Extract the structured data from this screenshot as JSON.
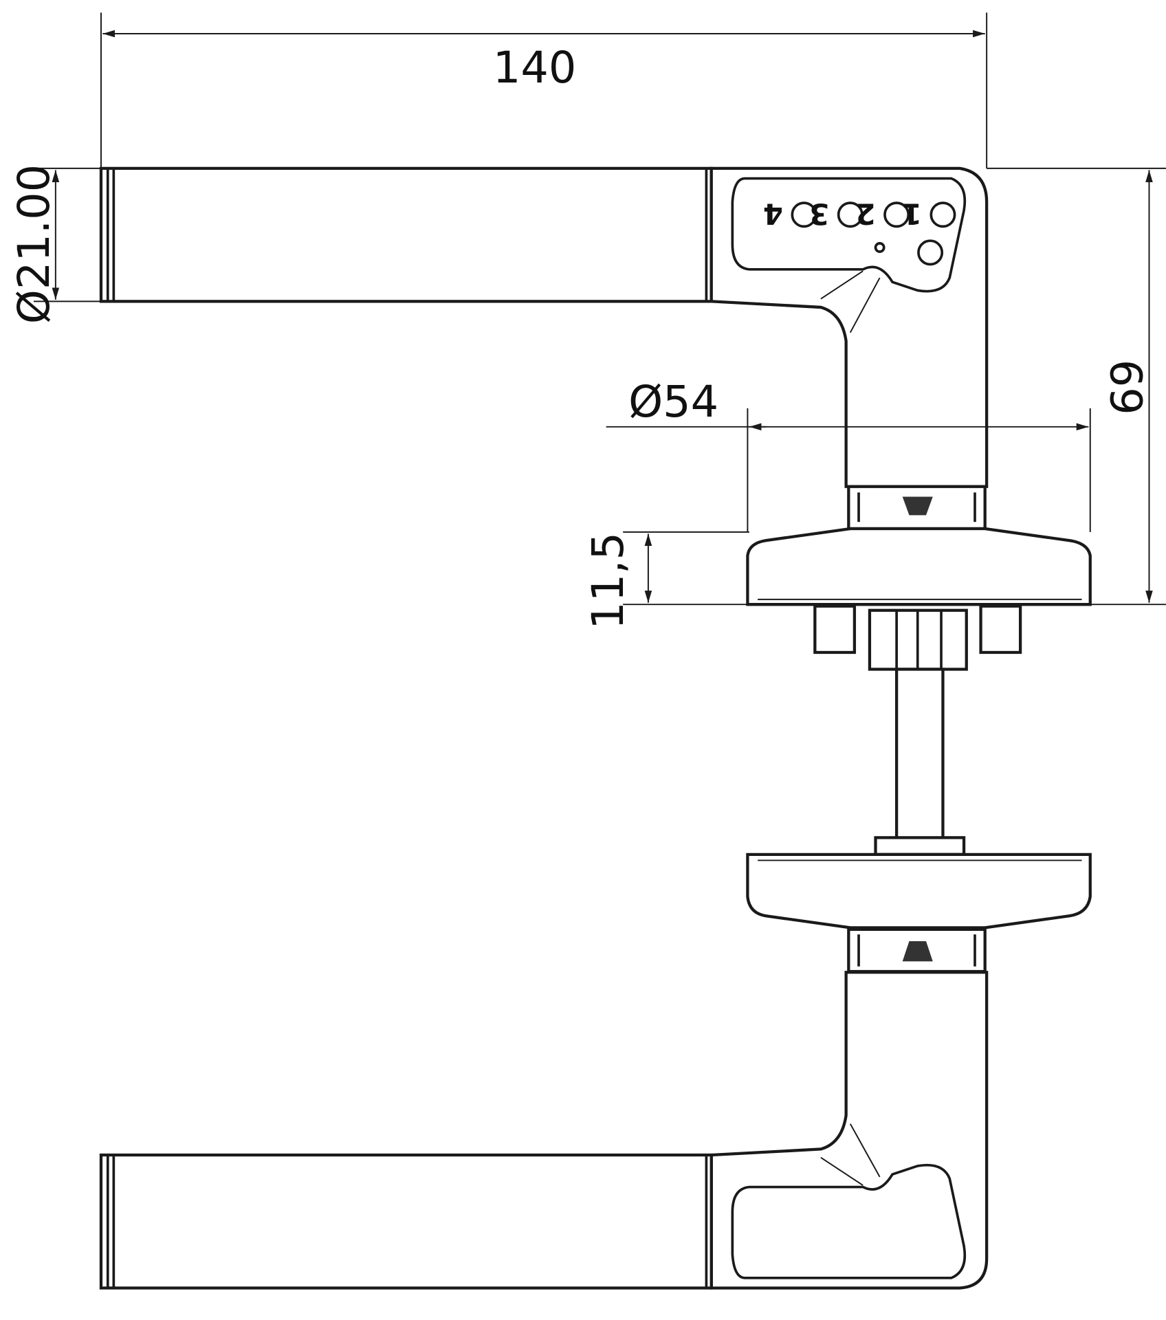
{
  "drawing": {
    "dimensions": {
      "overall_length": "140",
      "lever_diameter": "Ø21.00",
      "rose_diameter": "Ø54",
      "rose_height": "11,5",
      "total_height": "69"
    },
    "code_buttons": [
      "1",
      "2",
      "3",
      "4"
    ],
    "line_color": "#1a1a1a",
    "background_color": "#ffffff"
  }
}
